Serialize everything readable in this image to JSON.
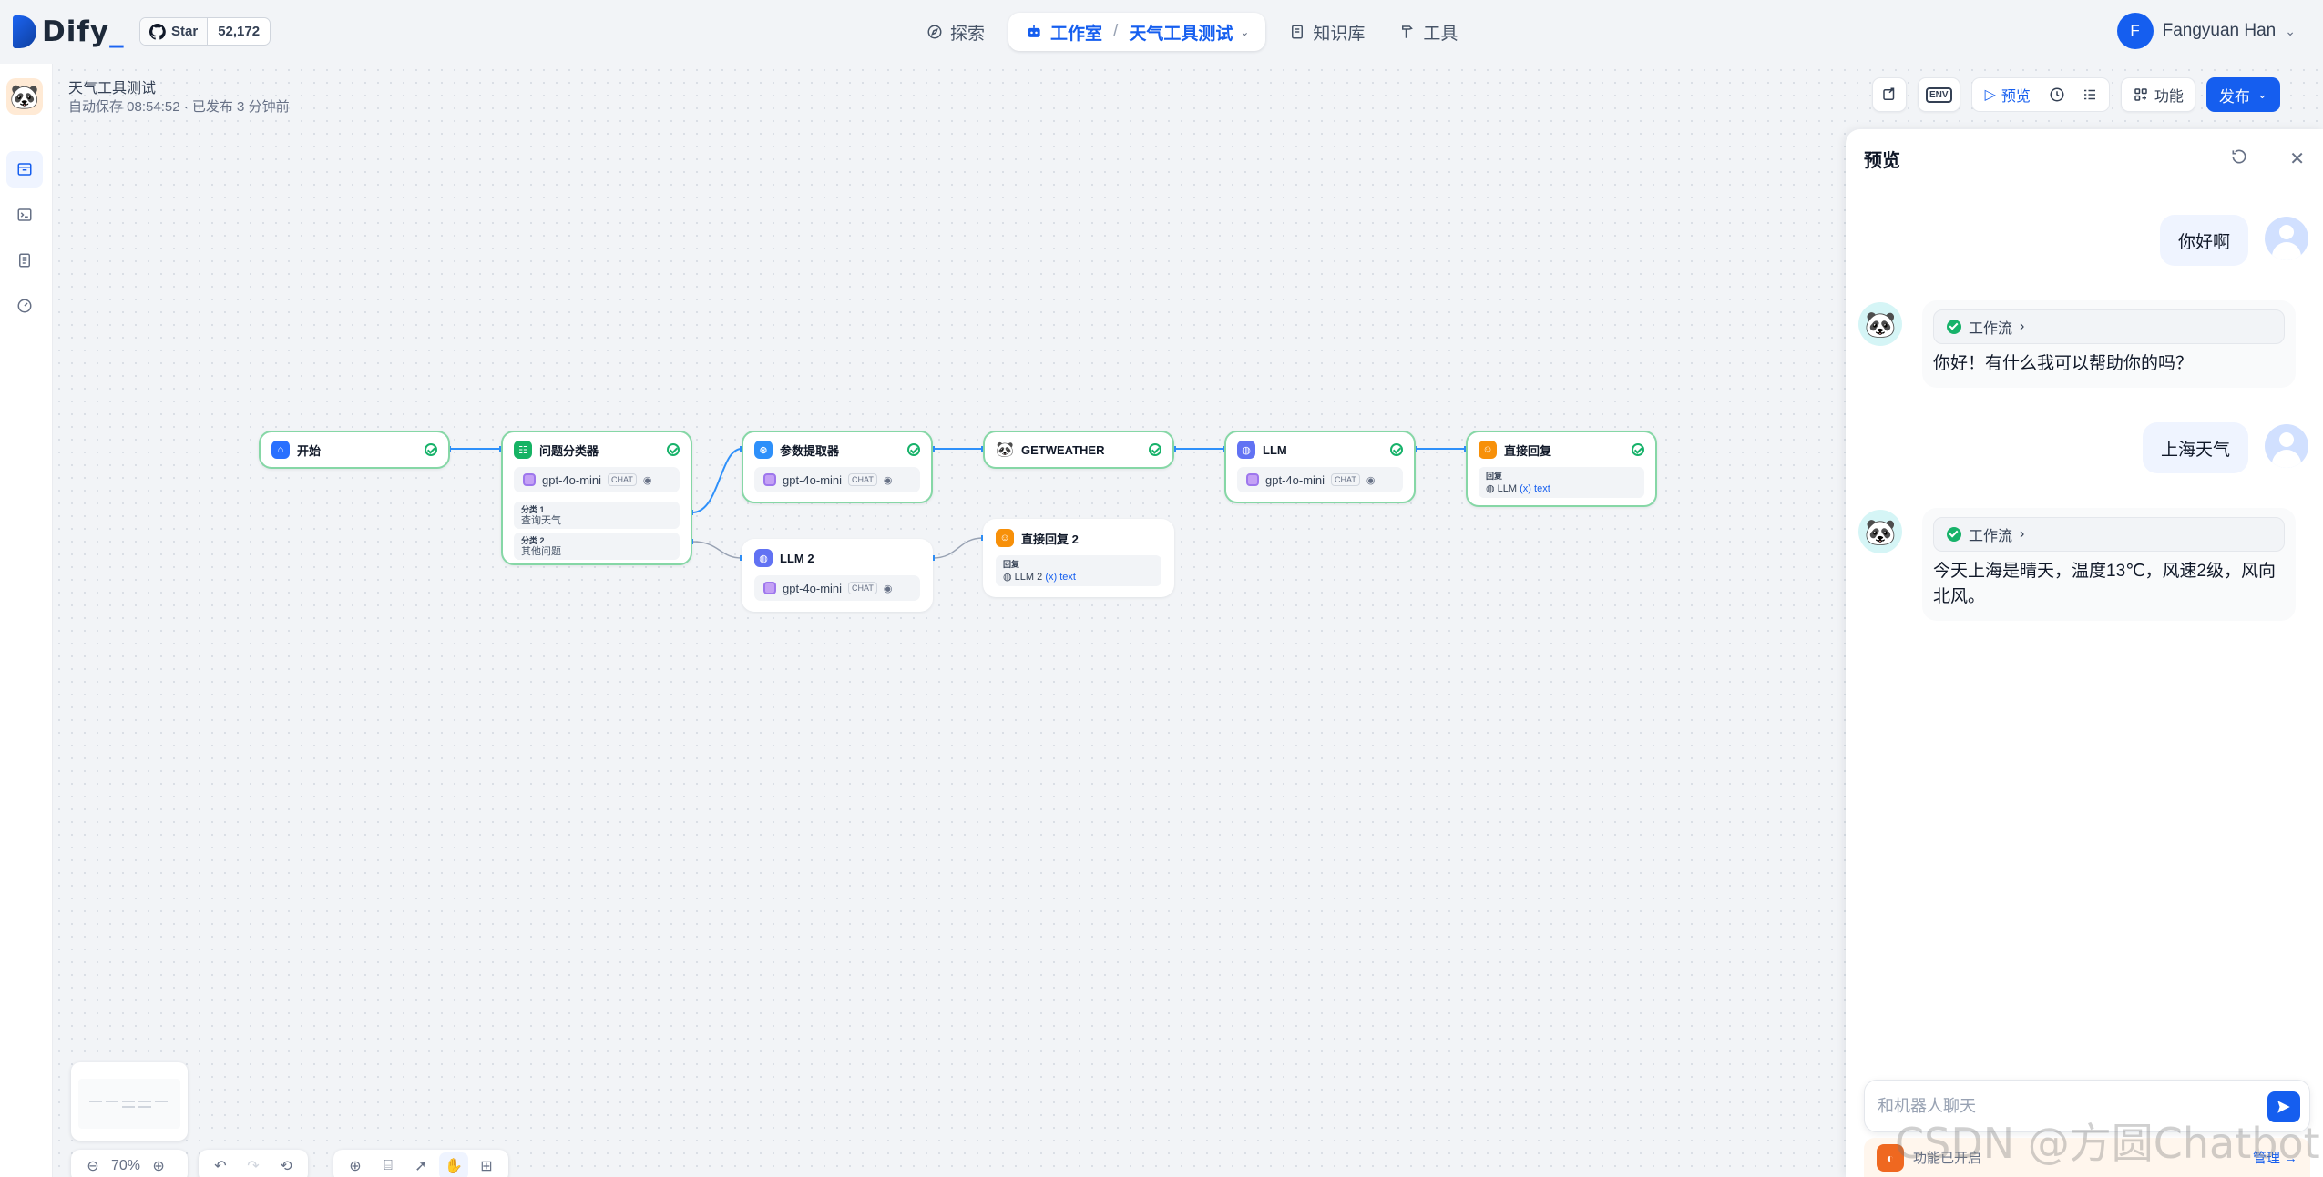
{
  "brand": {
    "name": "Dify",
    "cursor": "_"
  },
  "github": {
    "star_label": "Star",
    "count": "52,172"
  },
  "nav": {
    "explore": "探索",
    "studio": "工作室",
    "current_app": "天气工具测试",
    "knowledge": "知识库",
    "tools": "工具"
  },
  "user": {
    "initial": "F",
    "name": "Fangyuan Han"
  },
  "app": {
    "title": "天气工具测试",
    "status": "自动保存 08:54:52 · 已发布 3 分钟前"
  },
  "toolbar": {
    "env": "ENV",
    "preview": "预览",
    "features": "功能",
    "publish": "发布"
  },
  "nodes": {
    "start": {
      "title": "开始"
    },
    "classifier": {
      "title": "问题分类器",
      "model": "gpt-4o-mini",
      "mode": "CHAT",
      "classes": [
        {
          "label": "分类 1",
          "text": "查询天气"
        },
        {
          "label": "分类 2",
          "text": "其他问题"
        }
      ]
    },
    "extractor": {
      "title": "参数提取器",
      "model": "gpt-4o-mini",
      "mode": "CHAT"
    },
    "getweather": {
      "title": "GETWEATHER"
    },
    "llm": {
      "title": "LLM",
      "model": "gpt-4o-mini",
      "mode": "CHAT"
    },
    "answer": {
      "title": "直接回复",
      "label": "回复",
      "source": "LLM",
      "var": "(x) text"
    },
    "llm2": {
      "title": "LLM 2",
      "model": "gpt-4o-mini",
      "mode": "CHAT"
    },
    "answer2": {
      "title": "直接回复 2",
      "label": "回复",
      "source": "LLM 2",
      "var": "(x) text"
    }
  },
  "controls": {
    "zoom": "70%"
  },
  "preview": {
    "title": "预览",
    "messages": [
      {
        "role": "user",
        "text": "你好啊"
      },
      {
        "role": "bot",
        "workflow": "工作流",
        "text": "你好！有什么我可以帮助你的吗？"
      },
      {
        "role": "user",
        "text": "上海天气"
      },
      {
        "role": "bot",
        "workflow": "工作流",
        "text": "今天上海是晴天，温度13℃，风速2级，风向北风。"
      }
    ],
    "input_placeholder": "和机器人聊天",
    "features_enabled": "功能已开启",
    "manage": "管理"
  },
  "watermark": "CSDN @方圆Chatbot",
  "colors": {
    "accent": "#155eef",
    "success": "#17b26a",
    "edge": "#2e90fa"
  }
}
